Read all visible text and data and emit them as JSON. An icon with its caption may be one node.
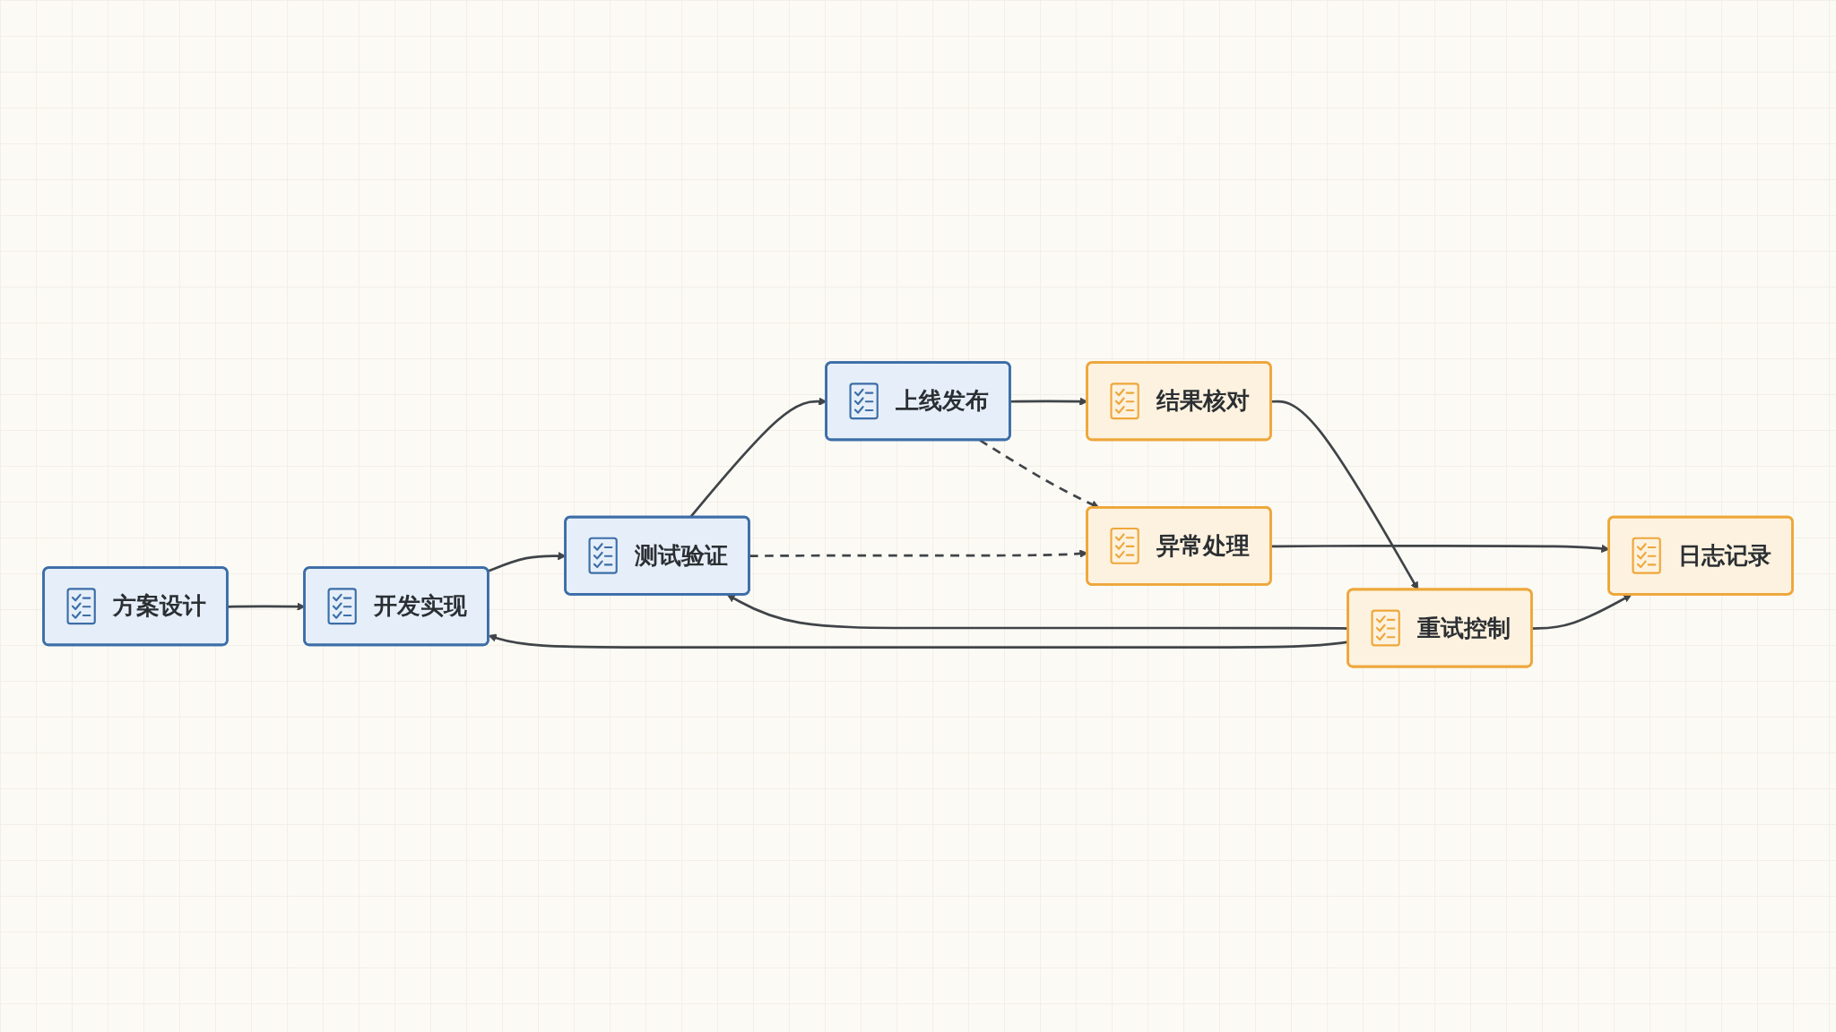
{
  "diagram": {
    "nodes": [
      {
        "text": [
          "方案设计"
        ]
      },
      {
        "text": [
          "开发实现"
        ]
      },
      {
        "text": [
          "测试验证"
        ]
      },
      {
        "text": [
          "上线发布"
        ]
      },
      {
        "text": [
          "结果核对"
        ]
      },
      {
        "text": [
          "异常处理"
        ]
      },
      {
        "text": [
          "重试控制"
        ]
      },
      {
        "text": [
          "日志记录"
        ]
      }
    ],
    "edges": [
      {
        "from": 0,
        "to": 1,
        "arrow": "to"
      },
      {
        "from": 1,
        "to": 2,
        "arrow": "to"
      },
      {
        "from": 2,
        "to": 3,
        "arrow": "to"
      },
      {
        "from": 3,
        "to": 4,
        "arrow": "to"
      },
      {
        "from": 2,
        "to": 5,
        "arrow": "to",
        "style": "dashed"
      },
      {
        "from": 3,
        "to": 5,
        "arrow": "to",
        "style": "dashed"
      },
      {
        "from": 4,
        "to": 6,
        "arrow": "to"
      },
      {
        "from": 6,
        "to": 1,
        "arrow": "to"
      },
      {
        "from": 6,
        "to": 2,
        "arrow": "to"
      },
      {
        "from": 6,
        "to": 7,
        "arrow": "to"
      },
      {
        "from": 5,
        "to": 7,
        "arrow": "to"
      }
    ]
  }
}
